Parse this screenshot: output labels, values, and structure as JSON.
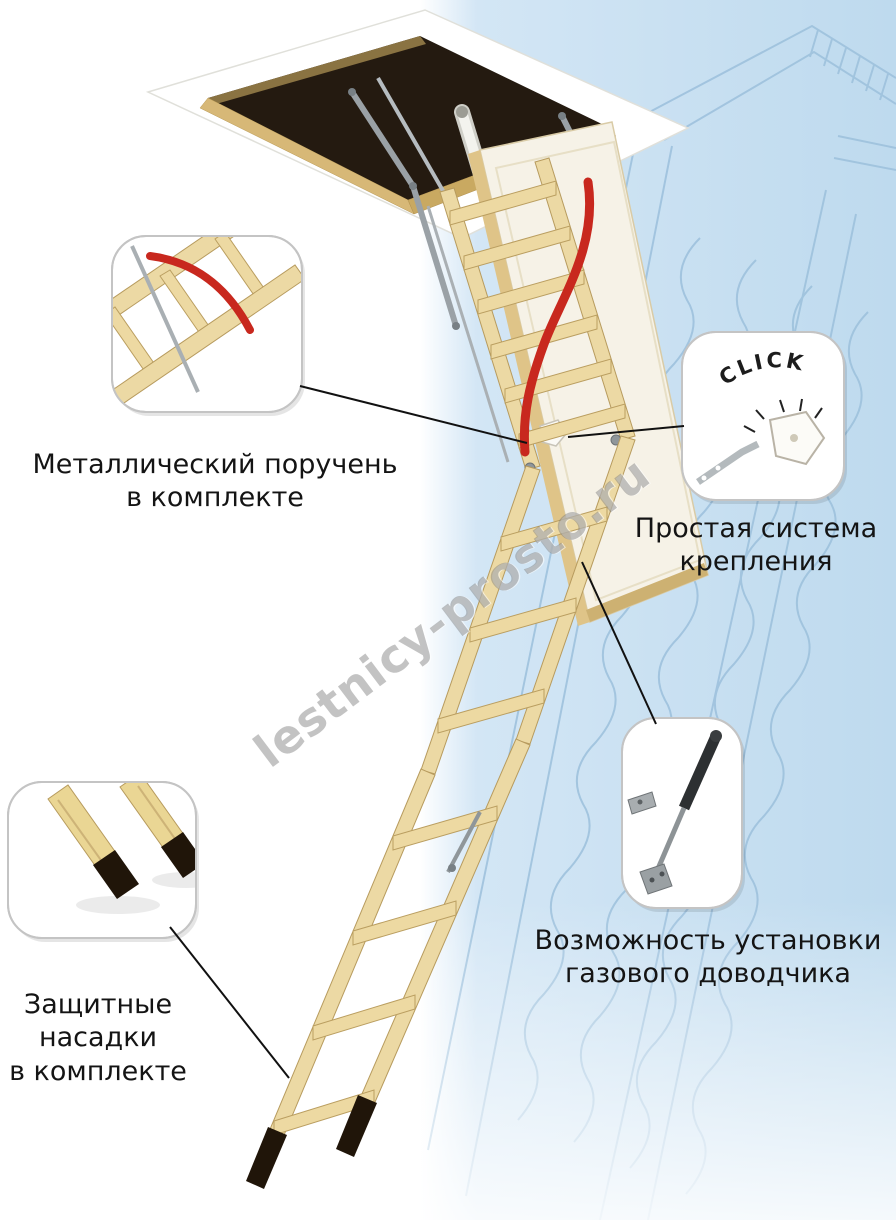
{
  "watermark": {
    "text": "lestnicy-prosto.ru"
  },
  "insets": {
    "click_text": "CLICK"
  },
  "callouts": {
    "handrail": {
      "line1": "Металлический поручень",
      "line2": "в комплекте"
    },
    "mounting": {
      "line1": "Простая система",
      "line2": "крепления"
    },
    "gas_closer": {
      "line1": "Возможность установки",
      "line2": "газового доводчика"
    },
    "caps": {
      "line1": "Защитные",
      "line2": "насадки",
      "line3": "в комплекте"
    }
  },
  "colors": {
    "background_blue": "#cfe4f3",
    "drawing_line_blue": "#9cc0dc",
    "wood_light": "#ecd9a4",
    "wood_edge": "#b79b5e",
    "handrail_red": "#c8281e",
    "foot_cap_black": "#201509",
    "metal_gray": "#9aa1a6",
    "label_text": "#141414",
    "watermark_gray": "#7a7a7a"
  }
}
